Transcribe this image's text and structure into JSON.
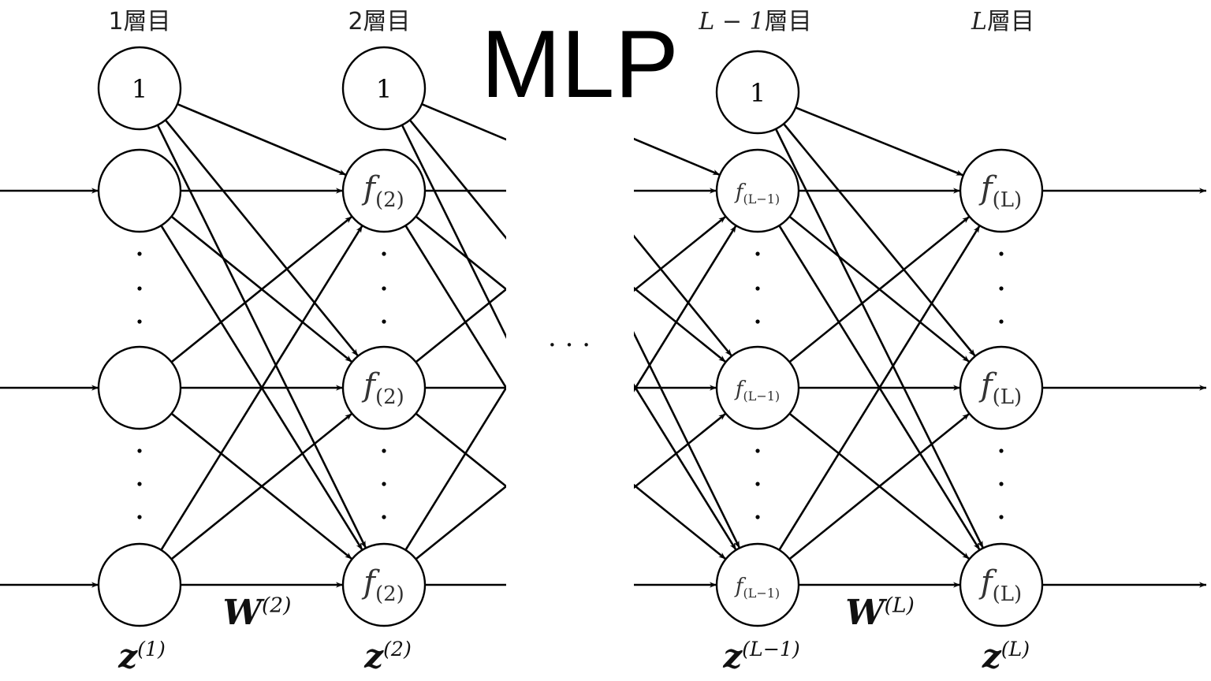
{
  "title": "MLP",
  "layers": [
    {
      "label_prefix": "",
      "label": "1層目",
      "bias": "1",
      "node_text": "",
      "z_base": "z",
      "z_sup": "(1)"
    },
    {
      "label_prefix": "",
      "label": "2層目",
      "bias": "1",
      "node_text": "f",
      "node_sub": "(2)",
      "z_base": "z",
      "z_sup": "(2)"
    },
    {
      "label_prefix": "L − 1",
      "label": "層目",
      "bias": "1",
      "node_text": "f",
      "node_sub": "(L−1)",
      "z_base": "z",
      "z_sup": "(L−1)"
    },
    {
      "label_prefix": "L",
      "label": "層目",
      "bias": "",
      "node_text": "f",
      "node_sub": "(L)",
      "z_base": "z",
      "z_sup": "(L)"
    }
  ],
  "weights": [
    {
      "base": "W",
      "sup": "(2)"
    },
    {
      "base": "W",
      "sup": "(L)"
    }
  ],
  "ellipsis": "· · ·",
  "colors": {
    "stroke": "#000000",
    "text": "#222222"
  }
}
